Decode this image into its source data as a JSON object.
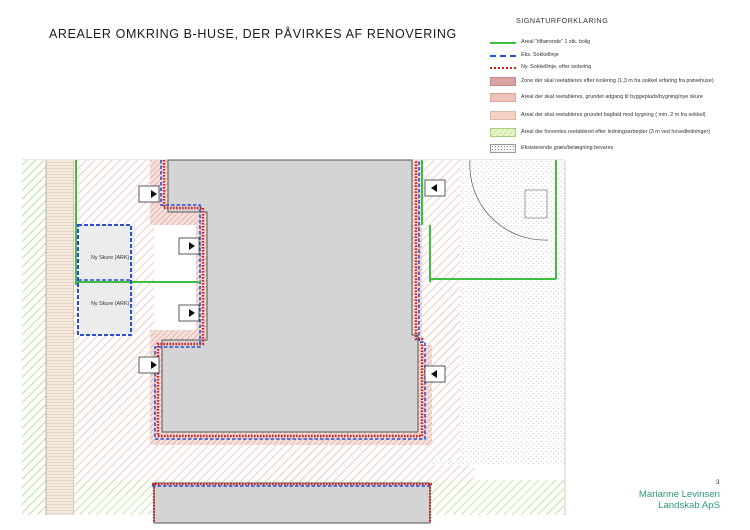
{
  "page": {
    "title": "AREALER OMKRING B-HUSE, DER PÅVIRKES AF RENOVERING",
    "page_number": "3"
  },
  "legend": {
    "title": "SIGNATURFORKLARING",
    "items": [
      {
        "symbol": "line-green",
        "label": "Areal \"tilhørende\" 1 stk. bolig"
      },
      {
        "symbol": "line-blue",
        "label": "Eks. Sokkellinje"
      },
      {
        "symbol": "line-red",
        "label": "Ny. Sokkellinje, efter isolering"
      },
      {
        "symbol": "fill-1",
        "label": "Zone der skal reetableres efter isolering (1,3 m fra sokkel erfaring fra prøvehuse)"
      },
      {
        "symbol": "fill-2",
        "label": "Areal der skal reetableres, grundet adgang til byggeplads/bygning/nye skure"
      },
      {
        "symbol": "fill-3",
        "label": "Areal der skal reetableres grundet bagfald mod bygning ( min. 2 m fra sokkel)"
      },
      {
        "symbol": "fill-4",
        "label": "Areal der forventes reetableret efter ledningsarbejder (3 m ved hovedledninger)"
      },
      {
        "symbol": "fill-5",
        "label": "Eksisterende græs/belægning bevares"
      }
    ]
  },
  "plan": {
    "sheds": [
      {
        "label": "Ny Skure (ARK)"
      },
      {
        "label": "Ny Skure (ARK)"
      }
    ]
  },
  "colors": {
    "green_boundary": "#3fbf3f",
    "blue_dashed": "#2a4fd6",
    "red_dotted": "#d62020",
    "building": "#d4d4d4",
    "brand": "#2f9a7a"
  },
  "brand": {
    "line1": "Marianne Levinsen",
    "line2": "Landskab ApS"
  }
}
